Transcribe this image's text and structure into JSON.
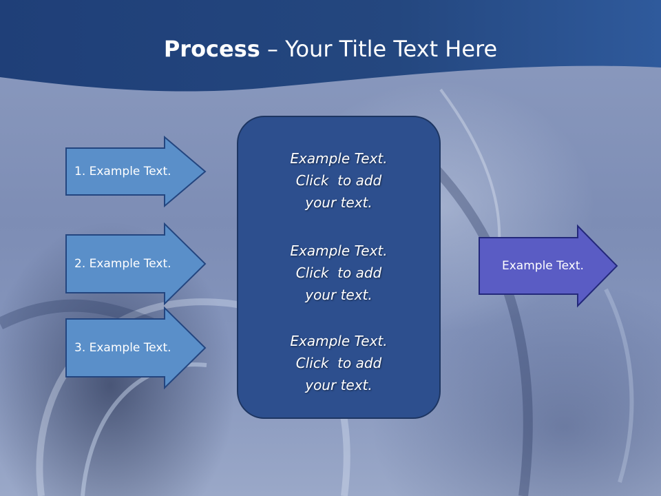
{
  "slide": {
    "title_bold": "Process",
    "title_rest": " – Your Title Text Here",
    "left_arrows": [
      {
        "label": "1. Example Text."
      },
      {
        "label": "2. Example Text."
      },
      {
        "label": "3. Example Text."
      }
    ],
    "center_box": {
      "paragraphs": [
        {
          "line1": "Example Text.",
          "line2": "Click  to add",
          "line3": "your text."
        },
        {
          "line1": "Example Text.",
          "line2": "Click  to add",
          "line3": "your text."
        },
        {
          "line1": "Example Text.",
          "line2": "Click  to add",
          "line3": "your text."
        }
      ]
    },
    "right_arrow": {
      "label": "Example Text."
    }
  },
  "colors": {
    "header_band": "#23457f",
    "left_arrow_fill": "#5a8fc9",
    "left_arrow_stroke": "#23457f",
    "center_box_fill": "#2d4f8e",
    "right_arrow_fill": "#5a5cc4",
    "right_arrow_stroke": "#23287a"
  }
}
